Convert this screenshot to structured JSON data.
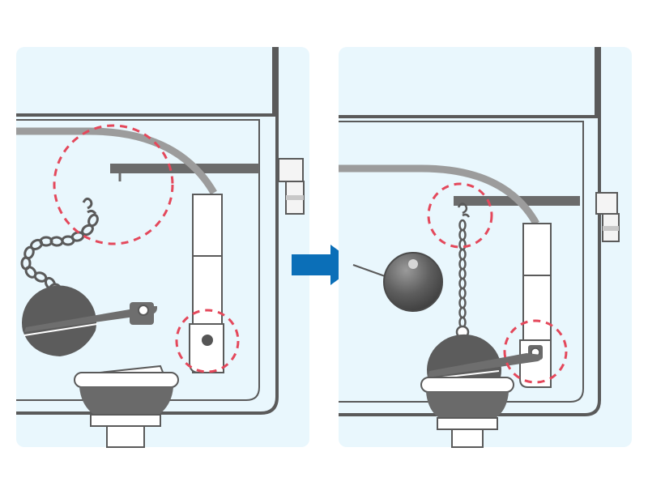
{
  "figure": {
    "panels": [
      {
        "id": "before",
        "state": "chain-detached",
        "highlighted_areas": [
          "chain-hook",
          "lever-pivot"
        ]
      },
      {
        "id": "after",
        "state": "chain-attached",
        "highlighted_areas": [
          "chain-hook",
          "lever-pivot"
        ]
      }
    ],
    "arrow": {
      "direction": "right",
      "color": "#0b6fb8"
    },
    "inset": {
      "description": "float ball"
    },
    "colors": {
      "background_panel": "#e9f7fd",
      "tank_outline": "#5a5a5a",
      "fitting": "#7a7a7a",
      "highlight": "#e4485b",
      "flapper": "#5c5c5c",
      "arrow": "#0b6fb8"
    }
  }
}
